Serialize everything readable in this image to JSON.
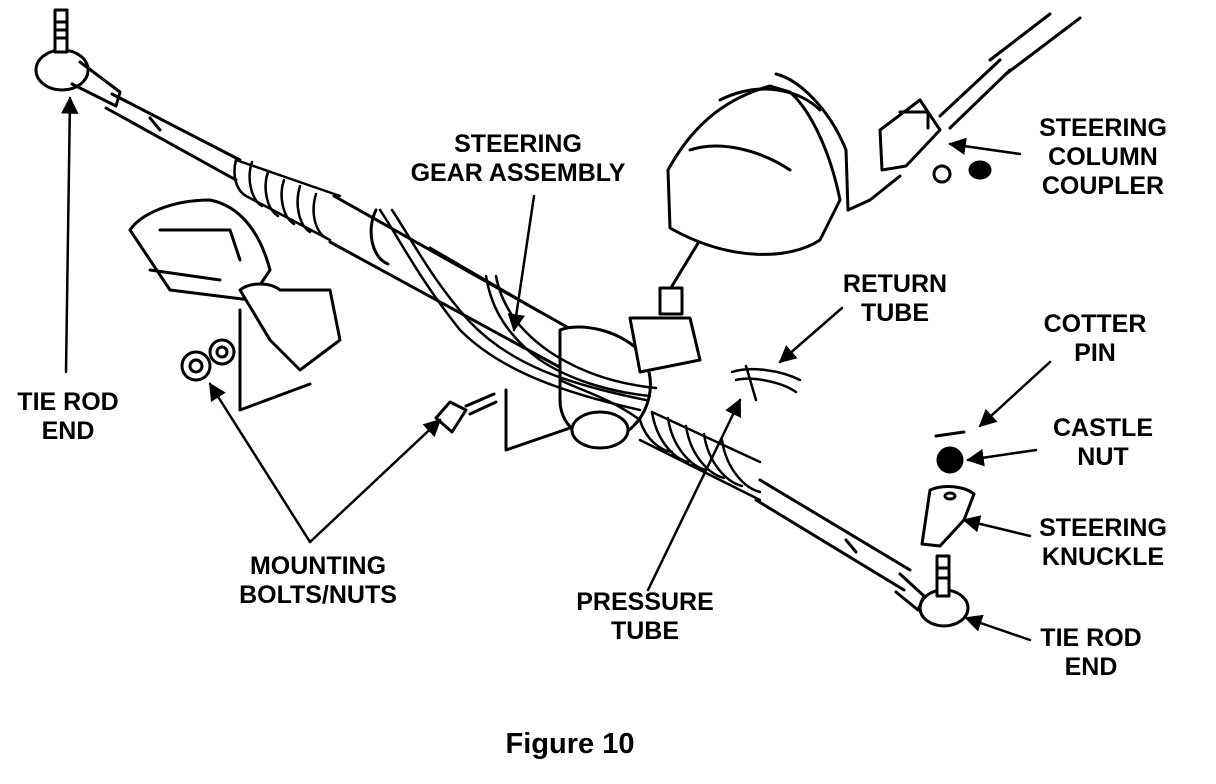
{
  "labels": {
    "tie_rod_end_left": [
      "TIE ROD",
      "END"
    ],
    "steering_gear_assembly": [
      "STEERING",
      "GEAR ASSEMBLY"
    ],
    "steering_column_coupler": [
      "STEERING",
      "COLUMN",
      "COUPLER"
    ],
    "return_tube": [
      "RETURN",
      "TUBE"
    ],
    "cotter_pin": [
      "COTTER",
      "PIN"
    ],
    "castle_nut": [
      "CASTLE",
      "NUT"
    ],
    "steering_knuckle": [
      "STEERING",
      "KNUCKLE"
    ],
    "tie_rod_end_right": [
      "TIE ROD",
      "END"
    ],
    "mounting_bolts_nuts": [
      "MOUNTING",
      "BOLTS/NUTS"
    ],
    "pressure_tube": [
      "PRESSURE",
      "TUBE"
    ]
  },
  "caption": "Figure 10",
  "colors": {
    "ink": "#000000",
    "paper": "#ffffff"
  }
}
